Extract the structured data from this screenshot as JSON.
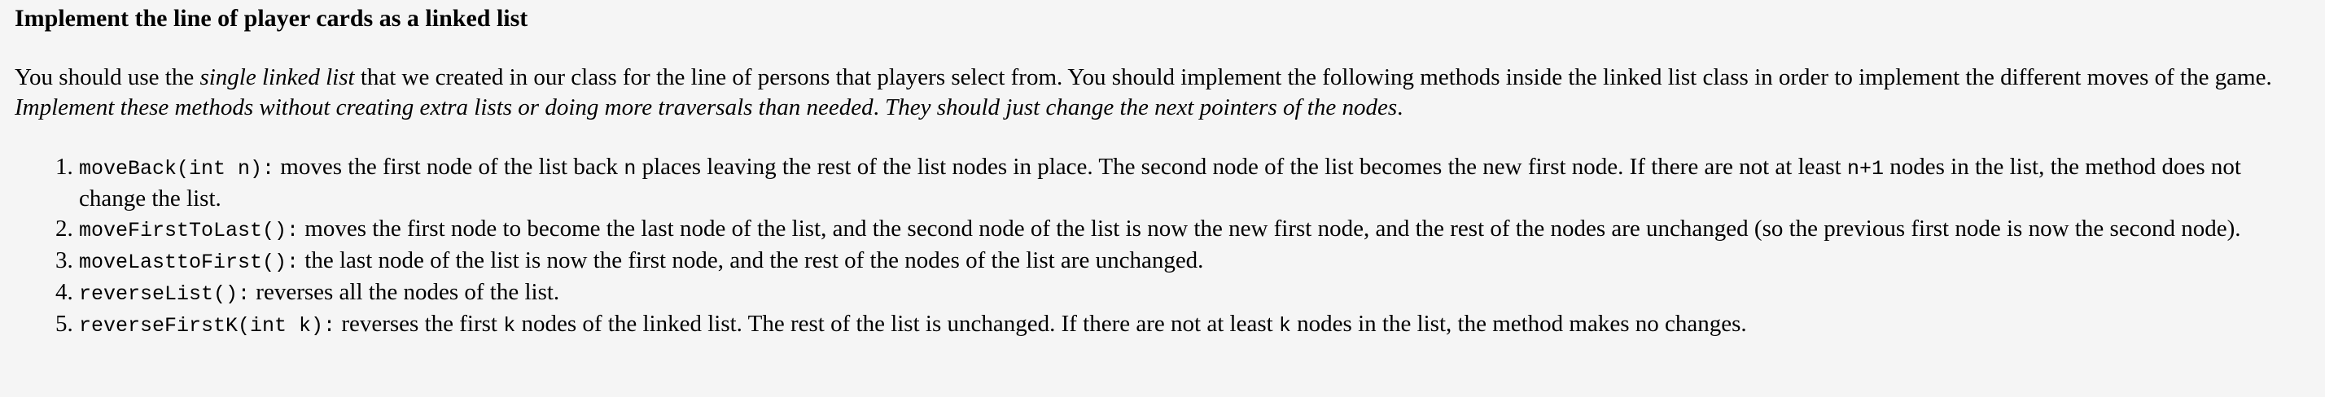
{
  "heading": "Implement the line of player cards as a linked list",
  "intro": {
    "p1": "You should use the ",
    "em1": "single linked list",
    "p2": " that we created in our class for the line of persons that players select from. You should implement the following methods inside the linked list class in order to implement the different moves of the game. ",
    "em2": "Implement these methods without creating extra lists or doing more traversals than needed",
    "p3": ". ",
    "em3": "They should just change the next pointers of the nodes",
    "p4": "."
  },
  "methods": [
    {
      "sig": "moveBack(int n):",
      "t1": " moves the first node of the list back ",
      "c1": "n",
      "t2": " places leaving the rest of the list nodes in place. The second node of the list becomes the new first node. If there are not at least ",
      "c2": "n+1",
      "t3": " nodes in the list, the method does not change the list."
    },
    {
      "sig": "moveFirstToLast():",
      "t1": " moves the first node to become the last node of the list, and the second node of the list is now the new first node, and the rest of the nodes are unchanged (so the previous first node is now the second node)."
    },
    {
      "sig": "moveLasttoFirst():",
      "t1": " the last node of the list is now the first node, and the rest of the nodes of the list are unchanged."
    },
    {
      "sig": "reverseList():",
      "t1": " reverses all the nodes of the list."
    },
    {
      "sig": "reverseFirstK(int k):",
      "t1": " reverses the first ",
      "c1": "k",
      "t2": " nodes of the linked list. The rest of the list is unchanged. If there are not at least ",
      "c2": "k",
      "t3": " nodes in the list, the method makes no changes."
    }
  ]
}
